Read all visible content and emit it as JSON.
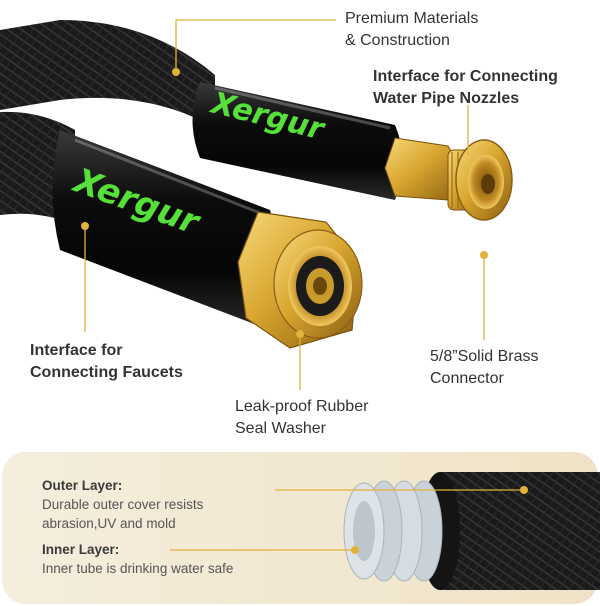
{
  "brand": {
    "name": "Xergur",
    "color": "#56e03a"
  },
  "colors": {
    "hose_black": "#161616",
    "brass": "#d9a630",
    "callout_line": "#e2b23a",
    "inner_tube": "#c9d2d8",
    "panel_bg": "#f3ead8"
  },
  "callouts": {
    "premium": {
      "line1": "Premium Materials",
      "line2": "& Construction"
    },
    "nozzle": {
      "line1": "Interface for Connecting",
      "line2": "Water Pipe Nozzles"
    },
    "faucet": {
      "line1": "Interface for",
      "line2": "Connecting Faucets"
    },
    "brass": {
      "line1": "5/8”Solid Brass",
      "line2": "Connector"
    },
    "washer": {
      "line1": "Leak-proof Rubber",
      "line2": "Seal Washer"
    }
  },
  "layers": {
    "outer": {
      "title": "Outer Layer:",
      "line1": "Durable outer cover resists",
      "line2": "abrasion,UV and mold"
    },
    "inner": {
      "title": "Inner Layer:",
      "line1": "Inner tube is drinking water safe"
    }
  }
}
